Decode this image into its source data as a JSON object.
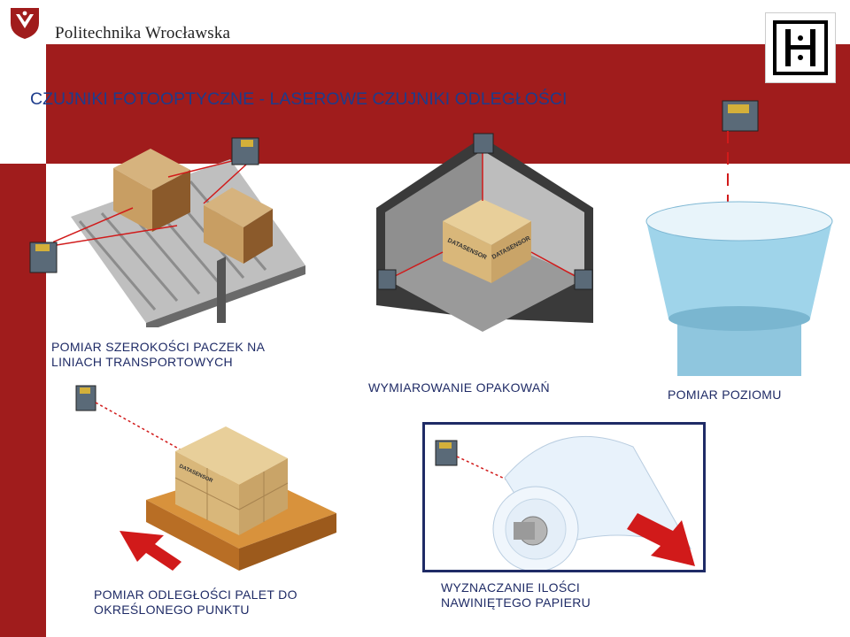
{
  "header": {
    "university": "Politechnika Wrocławska"
  },
  "slide": {
    "title": "CZUJNIKI FOTOOPTYCZNE - LASEROWE CZUJNIKI ODLEGŁOŚCI"
  },
  "captions": {
    "parcel_width_line1": "POMIAR SZEROKOŚCI PACZEK NA",
    "parcel_width_line2": "LINIACH TRANSPORTOWYCH",
    "packaging": "WYMIAROWANIE OPAKOWAŃ",
    "level": "POMIAR POZIOMU",
    "pallet_line1": "POMIAR ODLEGŁOŚCI PALET DO",
    "pallet_line2": "OKREŚLONEGO PUNKTU",
    "paper_line1": "WYZNACZANIE ILOŚCI",
    "paper_line2": "NAWINIĘTEGO PAPIERU"
  },
  "box_labels": {
    "brand": "DATASENSOR"
  },
  "colors": {
    "brand_red": "#a01c1c",
    "title_blue": "#1d3c8c",
    "caption_navy": "#1f2b66",
    "laser_red": "#d11a1a"
  }
}
